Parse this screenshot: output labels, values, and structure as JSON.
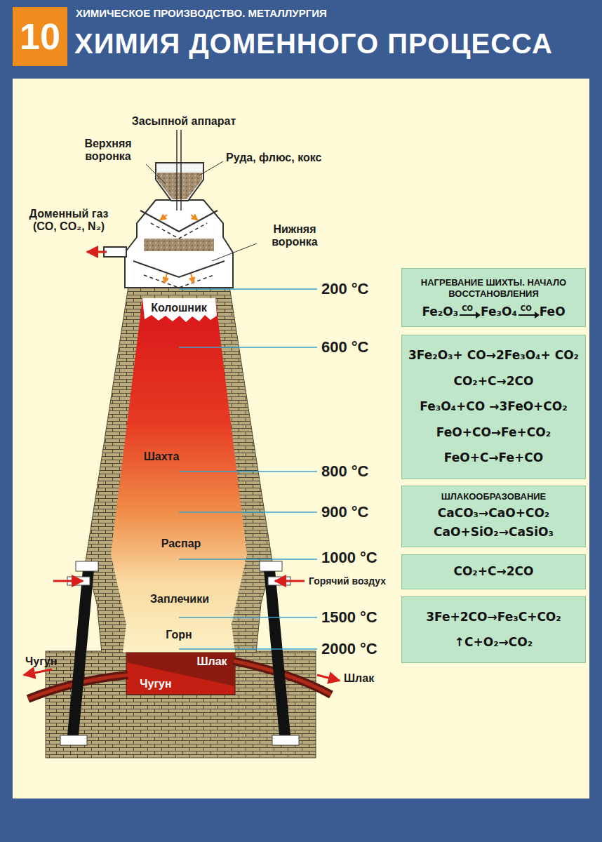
{
  "diagram": {
    "title": "ХИМИЯ ДОМЕННОГО ПРОЦЕССА",
    "nodes": [
      {
        "text": [
          "10"
        ]
      },
      {
        "text": [
          "НАГРЕВАНИЕ ШИХТЫ. НАЧАЛО ВОССТАНОВЛЕНИЯ",
          "Fe₂O₃",
          "CO",
          "Fe₃O₄",
          "CO",
          "FeO"
        ]
      },
      {
        "text": [
          "3Fe₂O₃+ CO→2Fe₃O₄+ CO₂",
          "CO₂+C→2CO",
          "Fe₃O₄+CO →3FeO+CO₂",
          "FeO+CO→Fe+CO₂",
          "FeO+C→Fe+CO"
        ]
      },
      {
        "text": [
          "ШЛАКООБРАЗОВАНИЕ",
          "CaCO₃→CaO+CO₂",
          "CaO+SiO₂→CaSiO₃"
        ]
      },
      {
        "text": [
          "CO₂+C→2CO"
        ]
      },
      {
        "text": [
          "3Fe+2CO→Fe₃C+CO₂",
          "↑C+O₂→CO₂"
        ]
      }
    ],
    "labels": [
      "ХИМИЧЕСКОЕ ПРОИЗВОДСТВО. МЕТАЛЛУРГИЯ",
      "Засыпной аппарат",
      "Верхняя воронка",
      "Руда, флюс, кокс",
      "Доменный газ (CO, CO₂, N₂)",
      "Нижняя воронка",
      "Колошник",
      "200 °C",
      "600 °C",
      "Шахта",
      "800 °C",
      "900 °C",
      "Распар",
      "1000 °C",
      "Горячий воздух",
      "Заплечики",
      "1500 °C",
      "Горн",
      "2000 °C",
      "Шлак",
      "Чугун",
      "Чугун",
      "Шлак"
    ]
  }
}
